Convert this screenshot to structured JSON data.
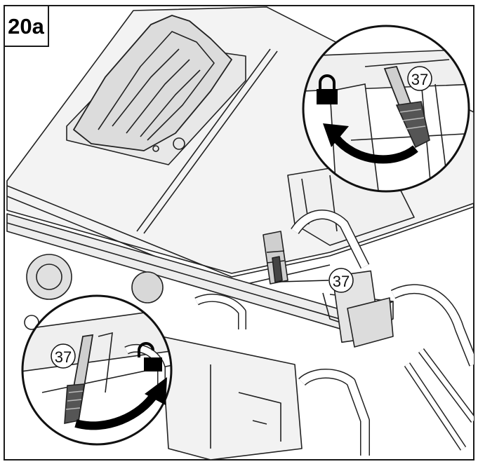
{
  "figure": {
    "label": "20a",
    "callouts": {
      "main": "37",
      "lock_detail": "37",
      "unlock_detail": "37"
    },
    "icons": {
      "lock_detail": "padlock-closed-icon",
      "unlock_detail": "padlock-open-icon"
    }
  }
}
